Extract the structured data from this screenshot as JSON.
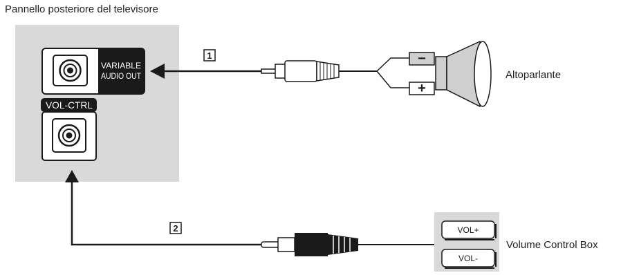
{
  "diagram": {
    "title": "Pannello posteriore del televisore",
    "tv_panel": {
      "variable_audio_out_line1": "VARIABLE",
      "variable_audio_out_line2": "AUDIO OUT",
      "vol_ctrl_label": "VOL-CTRL"
    },
    "speaker": {
      "label": "Altoparlante",
      "minus_symbol": "−",
      "plus_symbol": "+"
    },
    "volume_control_box": {
      "label": "Volume Control Box",
      "vol_up_label": "VOL+",
      "vol_down_label": "VOL-"
    },
    "steps": {
      "step1": "1",
      "step2": "2"
    },
    "colors": {
      "panel_gray": "#d9d9d9",
      "dark": "#1a1a1a",
      "speaker_gray": "#cfcfcf"
    }
  }
}
